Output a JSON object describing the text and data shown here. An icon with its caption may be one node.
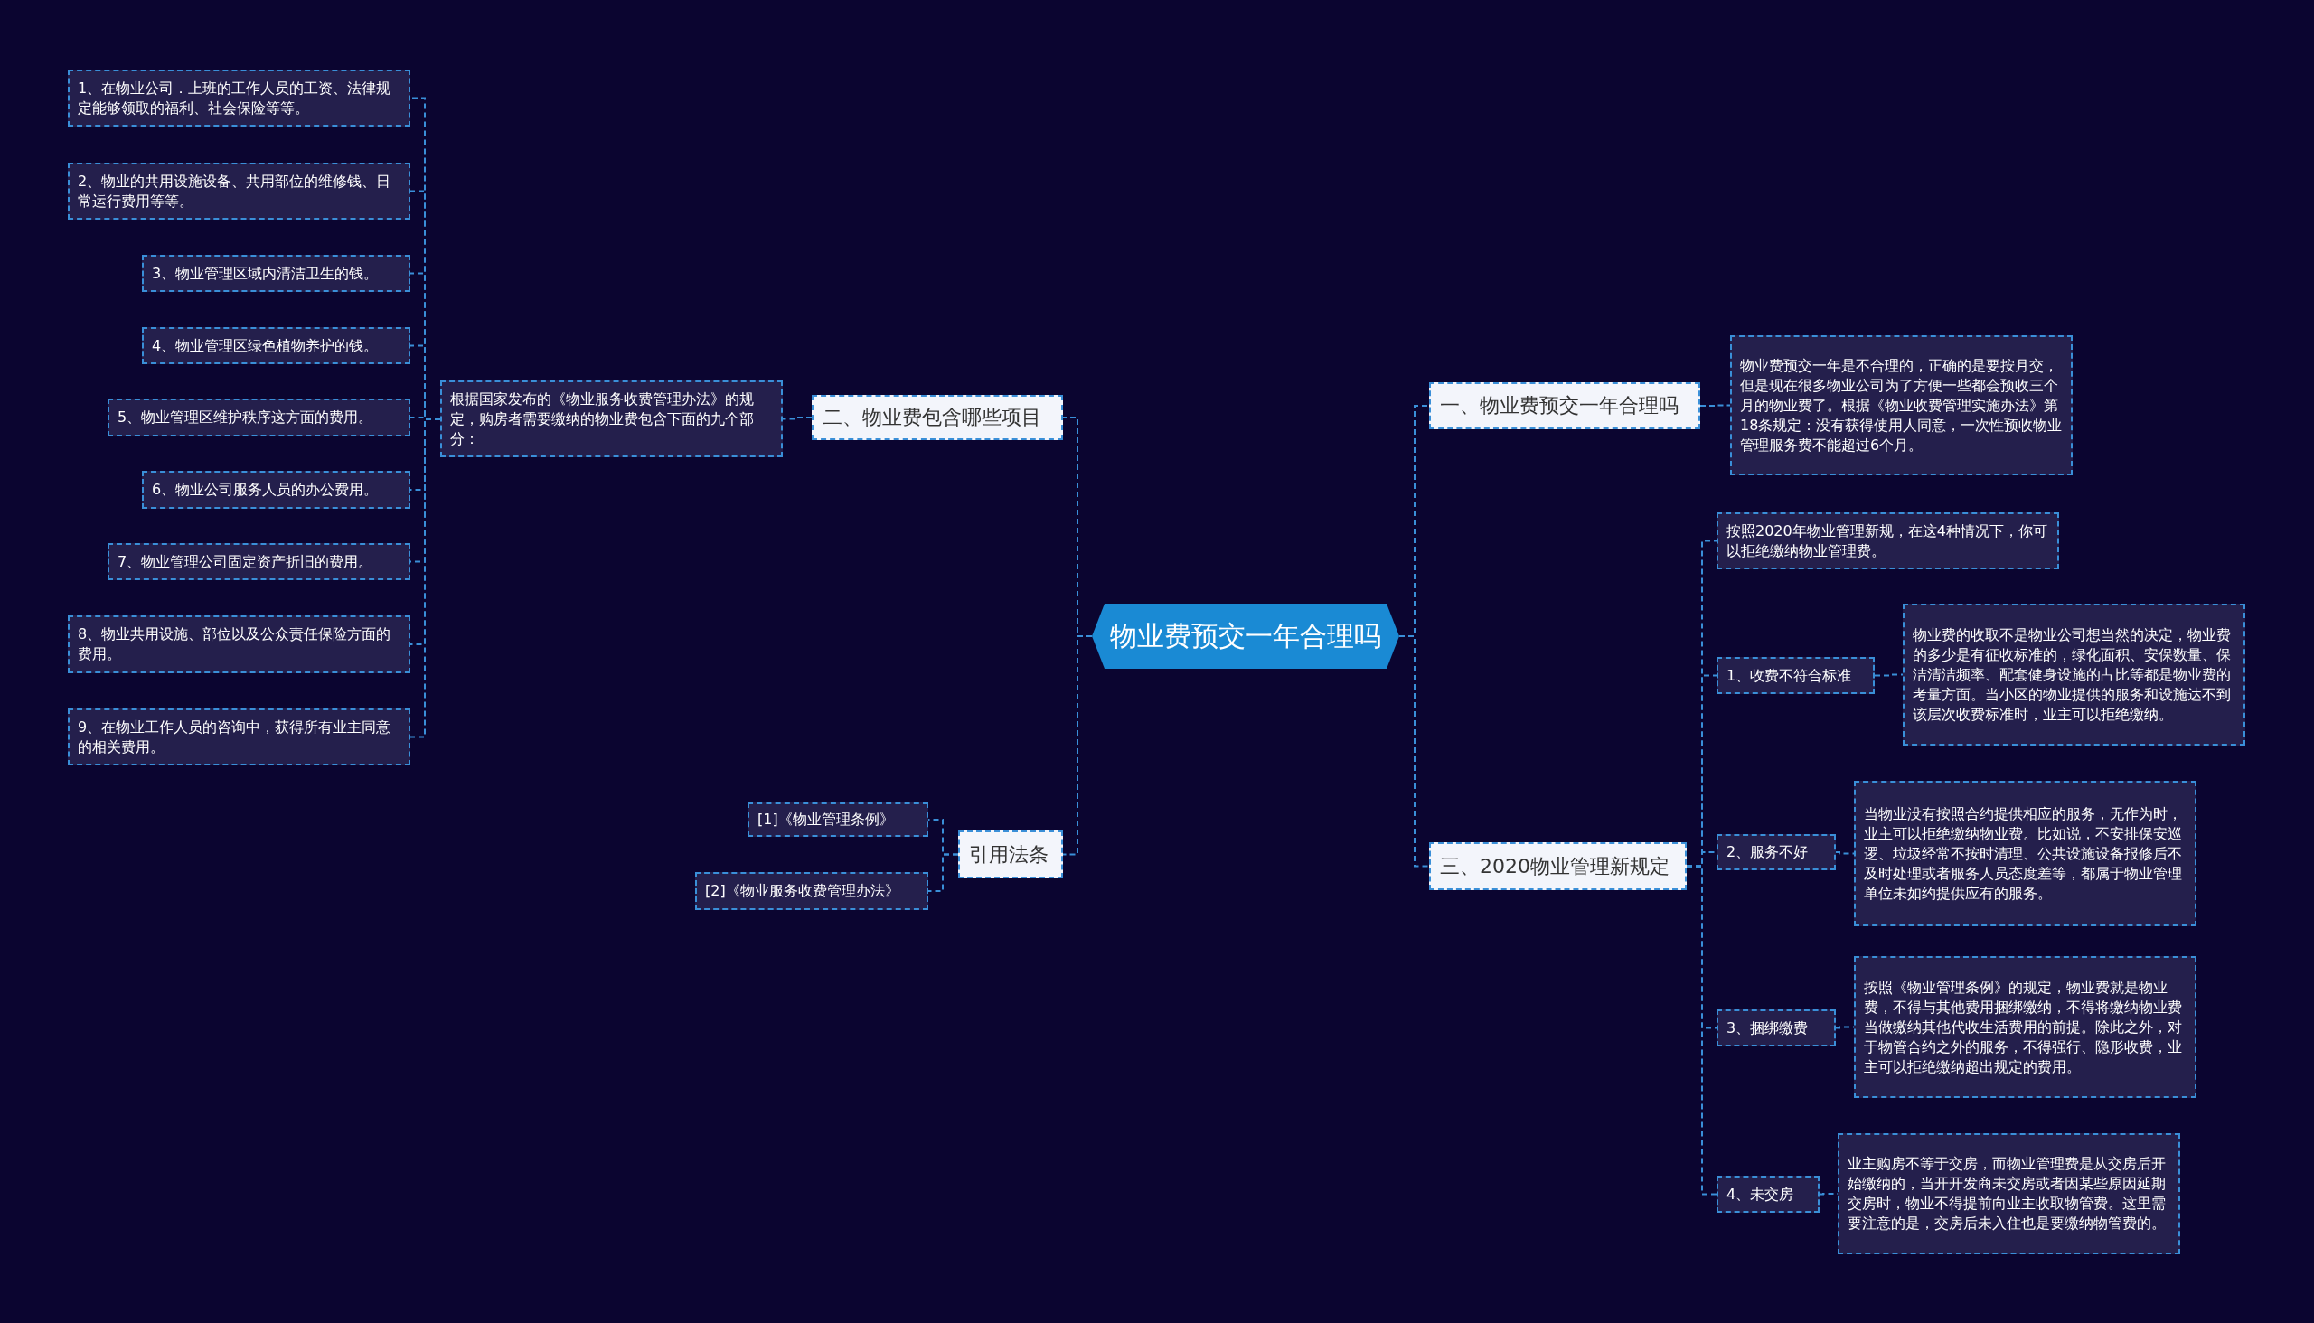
{
  "diagram": {
    "nodes": [
      {
        "text": [
          "物业费预交一年合理吗"
        ]
      },
      {
        "text": [
          "二、物业费包含哪些项目"
        ]
      },
      {
        "text": [
          "根据国家发布的《物业服务收费管理办法》的规定，购房者需要缴纳的物业费包含下面的九个部分："
        ]
      },
      {
        "text": [
          "1、在物业公司．上班的工作人员的工资、法律规定能够领取的福利、社会保险等等。"
        ]
      },
      {
        "text": [
          "2、物业的共用设施设备、共用部位的维修钱、日常运行费用等等。"
        ]
      },
      {
        "text": [
          "3、物业管理区域内清洁卫生的钱。"
        ]
      },
      {
        "text": [
          "4、物业管理区绿色植物养护的钱。"
        ]
      },
      {
        "text": [
          "5、物业管理区维护秩序这方面的费用。"
        ]
      },
      {
        "text": [
          "6、物业公司服务人员的办公费用。"
        ]
      },
      {
        "text": [
          "7、物业管理公司固定资产折旧的费用。"
        ]
      },
      {
        "text": [
          "8、物业共用设施、部位以及公众责任保险方面的费用。"
        ]
      },
      {
        "text": [
          "9、在物业工作人员的咨询中，获得所有业主同意的相关费用。"
        ]
      },
      {
        "text": [
          "引用法条"
        ]
      },
      {
        "text": [
          "[1]《物业管理条例》"
        ]
      },
      {
        "text": [
          "[2]《物业服务收费管理办法》"
        ]
      },
      {
        "text": [
          "一、物业费预交一年合理吗"
        ]
      },
      {
        "text": [
          "物业费预交一年是不合理的，正确的是要按月交，但是现在很多物业公司为了方便一些都会预收三个月的物业费了。根据《物业收费管理实施办法》第18条规定：没有获得使用人同意，一次性预收物业管理服务费不能超过6个月。"
        ]
      },
      {
        "text": [
          "三、2020物业管理新规定"
        ]
      },
      {
        "text": [
          "按照2020年物业管理新规，在这4种情况下，你可以拒绝缴纳物业管理费。"
        ]
      },
      {
        "text": [
          "1、收费不符合标准"
        ]
      },
      {
        "text": [
          "物业费的收取不是物业公司想当然的决定，物业费的多少是有征收标准的，绿化面积、安保数量、保洁清洁频率、配套健身设施的占比等都是物业费的考量方面。当小区的物业提供的服务和设施达不到该层次收费标准时，业主可以拒绝缴纳。"
        ]
      },
      {
        "text": [
          "2、服务不好"
        ]
      },
      {
        "text": [
          "当物业没有按照合约提供相应的服务，无作为时，业主可以拒绝缴纳物业费。比如说，不安排保安巡逻、垃圾经常不按时清理、公共设施设备报修后不及时处理或者服务人员态度差等，都属于物业管理单位未如约提供应有的服务。"
        ]
      },
      {
        "text": [
          "3、捆绑缴费"
        ]
      },
      {
        "text": [
          "按照《物业管理条例》的规定，物业费就是物业费，不得与其他费用捆绑缴纳，不得将缴纳物业费当做缴纳其他代收生活费用的前提。除此之外，对于物管合约之外的服务，不得强行、隐形收费，业主可以拒绝缴纳超出规定的费用。"
        ]
      },
      {
        "text": [
          "4、未交房"
        ]
      },
      {
        "text": [
          "业主购房不等于交房，而物业管理费是从交房后开始缴纳的，当开开发商未交房或者因某些原因延期交房时，物业不得提前向业主收取物管费。这里需要注意的是，交房后未入住也是要缴纳物管费的。"
        ]
      }
    ],
    "edges": [
      {
        "from": 0,
        "to": 1,
        "arrow": "none"
      },
      {
        "from": 1,
        "to": 2,
        "arrow": "none"
      },
      {
        "from": 2,
        "to": 3,
        "arrow": "none"
      },
      {
        "from": 2,
        "to": 4,
        "arrow": "none"
      },
      {
        "from": 2,
        "to": 5,
        "arrow": "none"
      },
      {
        "from": 2,
        "to": 6,
        "arrow": "none"
      },
      {
        "from": 2,
        "to": 7,
        "arrow": "none"
      },
      {
        "from": 2,
        "to": 8,
        "arrow": "none"
      },
      {
        "from": 2,
        "to": 9,
        "arrow": "none"
      },
      {
        "from": 2,
        "to": 10,
        "arrow": "none"
      },
      {
        "from": 2,
        "to": 11,
        "arrow": "none"
      },
      {
        "from": 0,
        "to": 12,
        "arrow": "none"
      },
      {
        "from": 12,
        "to": 13,
        "arrow": "none"
      },
      {
        "from": 12,
        "to": 14,
        "arrow": "none"
      },
      {
        "from": 0,
        "to": 15,
        "arrow": "none"
      },
      {
        "from": 15,
        "to": 16,
        "arrow": "none"
      },
      {
        "from": 0,
        "to": 17,
        "arrow": "none"
      },
      {
        "from": 17,
        "to": 18,
        "arrow": "none"
      },
      {
        "from": 17,
        "to": 19,
        "arrow": "none"
      },
      {
        "from": 19,
        "to": 20,
        "arrow": "none"
      },
      {
        "from": 17,
        "to": 21,
        "arrow": "none"
      },
      {
        "from": 21,
        "to": 22,
        "arrow": "none"
      },
      {
        "from": 17,
        "to": 23,
        "arrow": "none"
      },
      {
        "from": 23,
        "to": 24,
        "arrow": "none"
      },
      {
        "from": 17,
        "to": 25,
        "arrow": "none"
      },
      {
        "from": 25,
        "to": 26,
        "arrow": "none"
      }
    ]
  }
}
